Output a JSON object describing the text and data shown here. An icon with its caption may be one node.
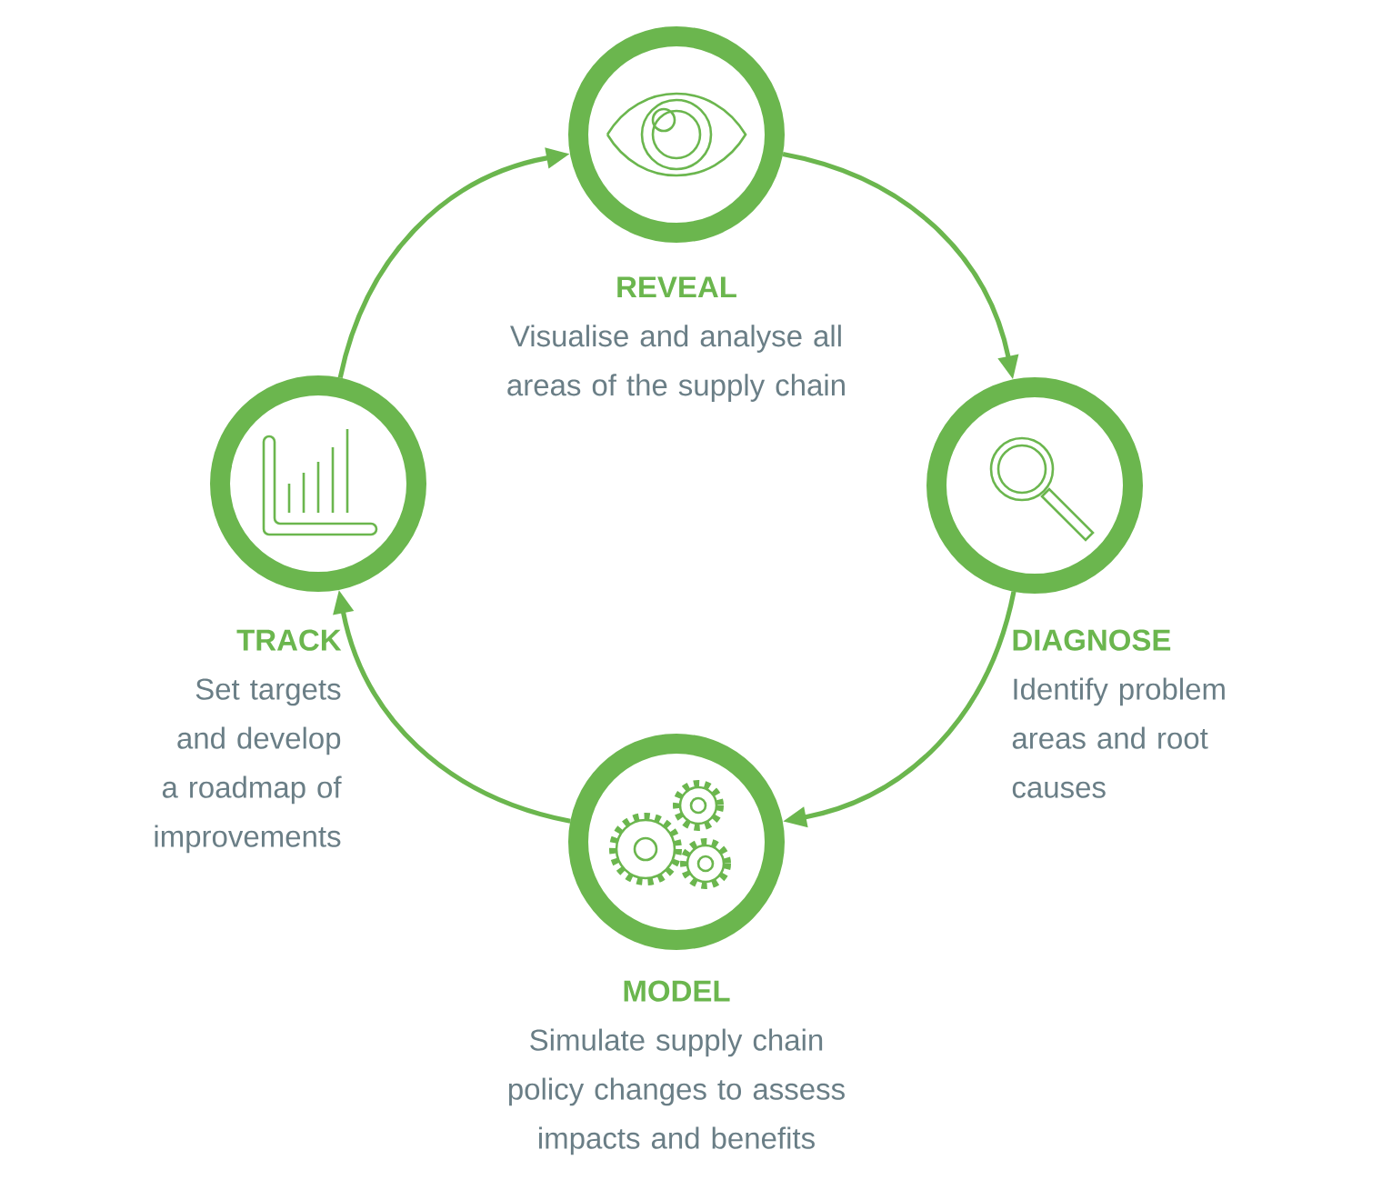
{
  "diagram": {
    "nodes": [
      {
        "text": [
          "REVEAL",
          "Visualise and analyse all areas of the supply chain"
        ]
      },
      {
        "text": [
          "DIAGNOSE",
          "Identify problem areas and root causes"
        ]
      },
      {
        "text": [
          "MODEL",
          "Simulate supply chain policy changes to assess impacts and benefits"
        ]
      },
      {
        "text": [
          "TRACK",
          "Set targets and develop a roadmap of improvements"
        ]
      }
    ],
    "edges": [
      {
        "from": 0,
        "to": 1,
        "arrow": "to"
      },
      {
        "from": 1,
        "to": 2,
        "arrow": "to"
      },
      {
        "from": 2,
        "to": 3,
        "arrow": "to"
      },
      {
        "from": 3,
        "to": 0,
        "arrow": "to"
      }
    ]
  }
}
